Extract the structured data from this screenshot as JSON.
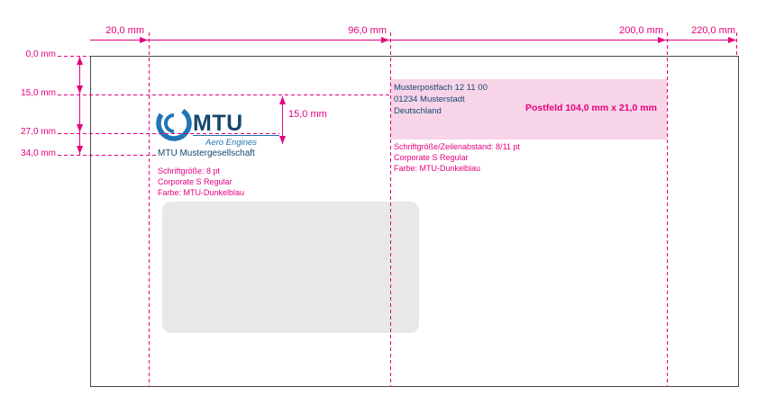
{
  "colors": {
    "magenta": "#e6007e",
    "pink_field": "#f8d4e8",
    "mtu_blue": "#14476e",
    "logo_accent": "#2076b4",
    "window_gray": "#e8e8e8",
    "envelope_border": "#4a4a4a"
  },
  "top_dimensions": {
    "d20": "20,0 mm",
    "d96": "96,0 mm",
    "d200": "200,0 mm",
    "d220": "220,0 mm"
  },
  "left_dimensions": {
    "d0": "0,0 mm",
    "d15": "15,0 mm",
    "d27": "27,0 mm",
    "d34": "34,0 mm"
  },
  "logo_dimension": "15,0 mm",
  "logo": {
    "name": "MTU",
    "subtitle": "Aero Engines"
  },
  "sender": {
    "name": "MTU Mustergesellschaft",
    "spec": [
      "Schriftgröße: 8 pt",
      "Corporate S Regular",
      "Farbe: MTU-Dunkelblau"
    ]
  },
  "postfeld": {
    "label": "Postfeld 104,0 mm x 21,0 mm",
    "address": [
      "Musterpostfach 12 11 00",
      "01234 Musterstadt",
      "Deutschland"
    ],
    "spec": [
      "Schriftgröße/Zeilenabstand: 8/11 pt",
      "Corporate S Regular",
      "Farbe: MTU-Dunkelblau"
    ]
  }
}
